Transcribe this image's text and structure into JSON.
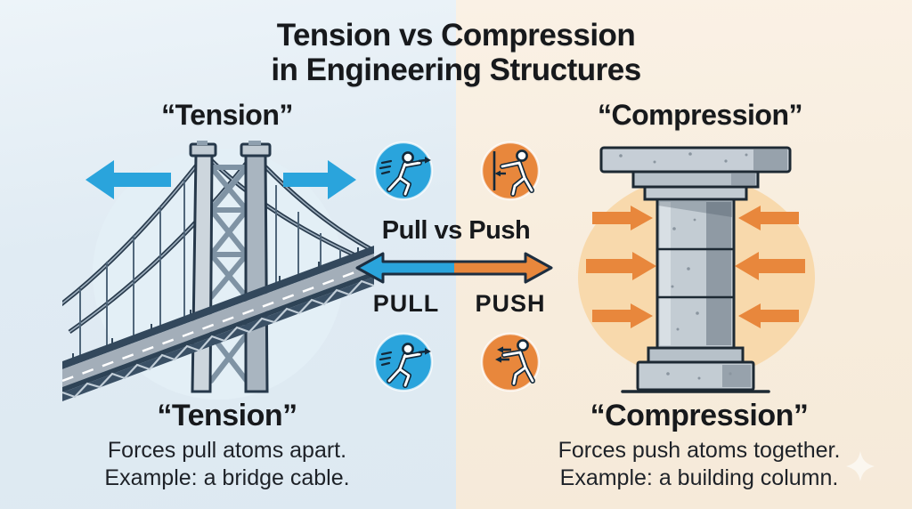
{
  "title": {
    "line1": "Tension vs Compression",
    "line2": "in Engineering Structures"
  },
  "tension": {
    "heading": "“Tension”",
    "illustration": "suspension-bridge with outward pulling arrows",
    "caption": {
      "heading": "“Tension”",
      "line1": "Forces pull atoms apart.",
      "line2": "Example: a bridge cable."
    }
  },
  "compression": {
    "heading": "“Compression”",
    "illustration": "stone building column with inward pushing arrows",
    "caption": {
      "heading": "“Compression”",
      "line1": "Forces push atoms together.",
      "line2": "Example: a building column."
    }
  },
  "center": {
    "heading": "Pull vs Push",
    "pull_label": "PULL",
    "push_label": "PUSH",
    "icons": [
      {
        "name": "pull-figure-icon",
        "color": "blue",
        "detail": "stick figure pulling, speed lines, arrow right"
      },
      {
        "name": "push-figure-icon",
        "color": "orange",
        "detail": "stick figure pushing wall, arrow left"
      },
      {
        "name": "pull-figure-icon",
        "color": "blue",
        "detail": "stick figure pulling, speed lines, arrow right"
      },
      {
        "name": "push-figure-icon",
        "color": "orange",
        "detail": "stick figure pushing, two arrows left"
      }
    ]
  },
  "watermark": {
    "name": "sparkle-icon"
  },
  "colors": {
    "tension_blue": "#2aa4dc",
    "compression_orange": "#e8873c",
    "outline_dark": "#1d2e40",
    "text_dark": "#17191c",
    "left_background": "#dfe9f1",
    "right_background": "#f7ecdd",
    "bridge_circle": "#e3eff6",
    "column_circle": "#f8d9ac"
  }
}
